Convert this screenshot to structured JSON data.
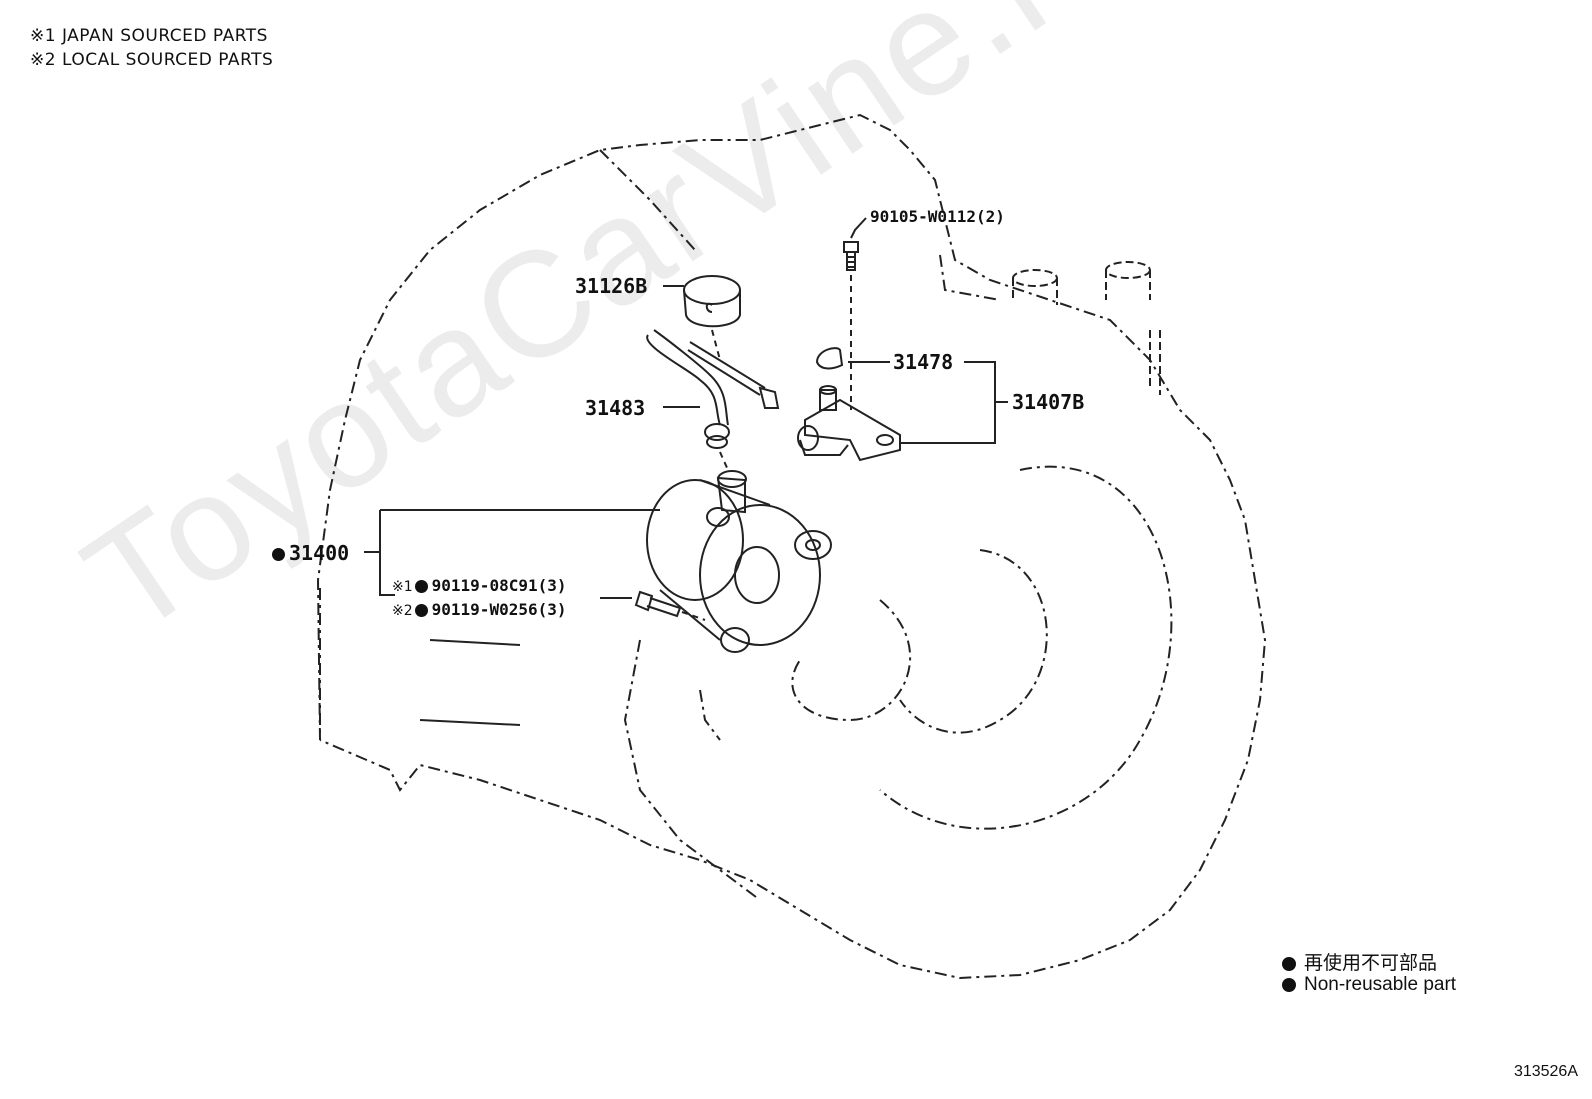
{
  "notes": {
    "japan": "※1 JAPAN SOURCED PARTS",
    "local": "※2 LOCAL SOURCED PARTS"
  },
  "watermark": "ToyotaCarVine.ru",
  "parts": {
    "bolt_top": "90105-W0112(2)",
    "plug": "31126B",
    "cap": "31478",
    "bracket": "31407B",
    "tube": "31483",
    "cylinder": "31400",
    "bolt_japan": "90119-08C91(3)",
    "bolt_local": "90119-W0256(3)",
    "mark1": "※1",
    "mark2": "※2"
  },
  "legend": {
    "jp": "再使用不可部品",
    "en": "Non-reusable part"
  },
  "diagram_code": "313526A",
  "colors": {
    "ink": "#111111",
    "watermark": "#ececec"
  }
}
